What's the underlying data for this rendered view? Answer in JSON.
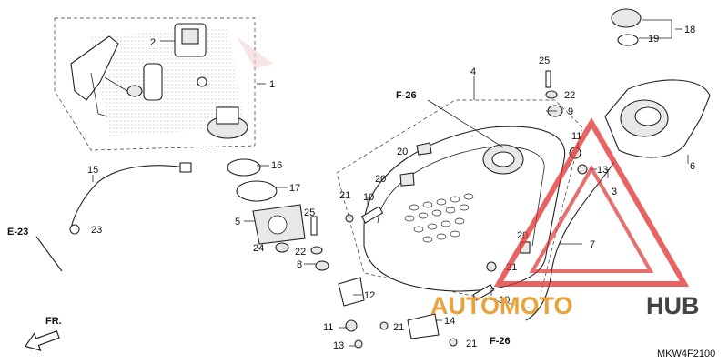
{
  "diagram_code": "MKW4F2100",
  "direction_label": "FR.",
  "ref_labels": {
    "e23": "E-23",
    "f26_top": "F-26",
    "f26_bottom": "F-26"
  },
  "callouts": {
    "c1": "1",
    "c2": "2",
    "c3": "3",
    "c4": "4",
    "c5": "5",
    "c6": "6",
    "c7": "7",
    "c8": "8",
    "c9": "9",
    "c10a": "10",
    "c10b": "10",
    "c11a": "11",
    "c11b": "11",
    "c12": "12",
    "c13a": "13",
    "c13b": "13",
    "c14": "14",
    "c15": "15",
    "c16": "16",
    "c17": "17",
    "c18": "18",
    "c19": "19",
    "c20a": "20",
    "c20b": "20",
    "c20c": "20",
    "c21a": "21",
    "c21b": "21",
    "c21c": "21",
    "c21d": "21",
    "c22a": "22",
    "c22b": "22",
    "c23": "23",
    "c24": "24",
    "c25a": "25",
    "c25b": "25"
  },
  "watermark": {
    "brand_a": "AUTOMOTO",
    "brand_b": "HUB",
    "color_a": "#e8a33a",
    "color_b": "#444444",
    "triangle_color": "#e03030"
  }
}
